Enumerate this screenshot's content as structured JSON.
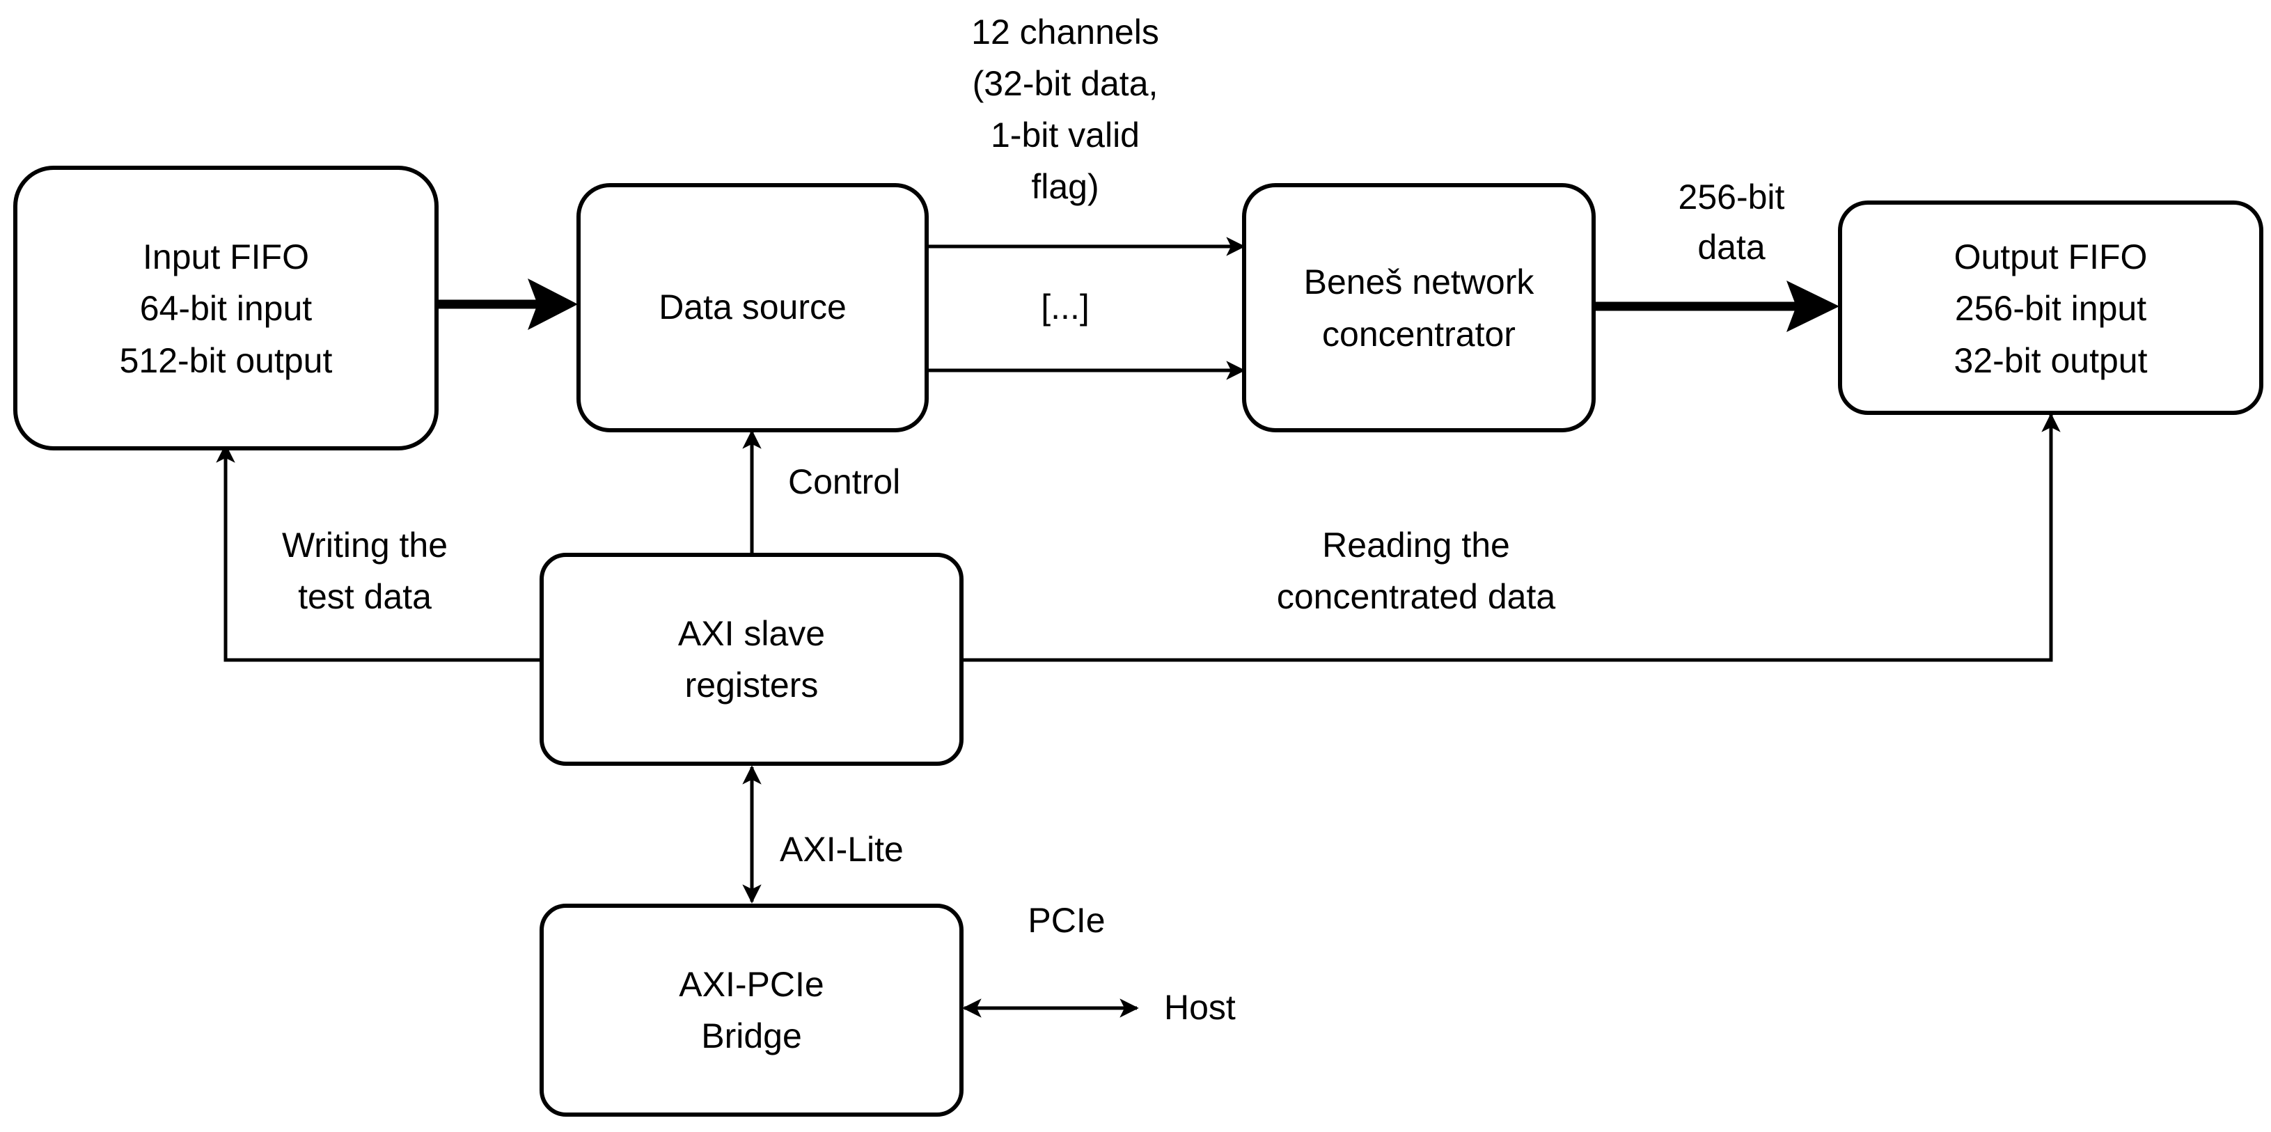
{
  "blocks": {
    "input_fifo": [
      "Input FIFO",
      "64-bit input",
      "512-bit output"
    ],
    "data_source": [
      "Data source"
    ],
    "benes": [
      "Beneš network",
      "concentrator"
    ],
    "output_fifo": [
      "Output FIFO",
      "256-bit input",
      "32-bit output"
    ],
    "axi_slave": [
      "AXI slave",
      "registers"
    ],
    "axi_pcie": [
      "AXI-PCIe",
      "Bridge"
    ]
  },
  "labels": {
    "channels": [
      "12 channels",
      "(32-bit data,",
      "1-bit valid",
      "flag)"
    ],
    "ellipsis": "[...]",
    "data256": [
      "256-bit",
      "data"
    ],
    "control": "Control",
    "writing": [
      "Writing the",
      "test data"
    ],
    "reading": [
      "Reading the",
      "concentrated data"
    ],
    "axi_lite": "AXI-Lite",
    "pcie": "PCIe",
    "host": "Host"
  }
}
